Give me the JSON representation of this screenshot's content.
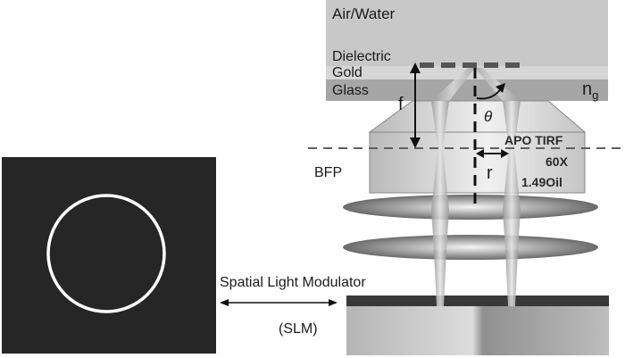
{
  "labels": {
    "medium": "Air/Water",
    "dielectric": "Dielectric",
    "gold": "Gold",
    "glass": "Glass",
    "index": "n",
    "index_sub": "g",
    "focal": "f",
    "angle": "θ",
    "bfp": "BFP",
    "radius": "r",
    "objective_line1": "APO TIRF",
    "objective_line2": "60X",
    "objective_line3": "1.49Oil",
    "slm_title": "Spatial Light Modulator",
    "slm_abbr": "(SLM)"
  },
  "colors": {
    "slm_pattern_bg": "#262626",
    "ring": "#ffffff",
    "air_layer": "#c8c8c8",
    "glass_layer": "#a6a6a6",
    "dashed": "#606060"
  }
}
